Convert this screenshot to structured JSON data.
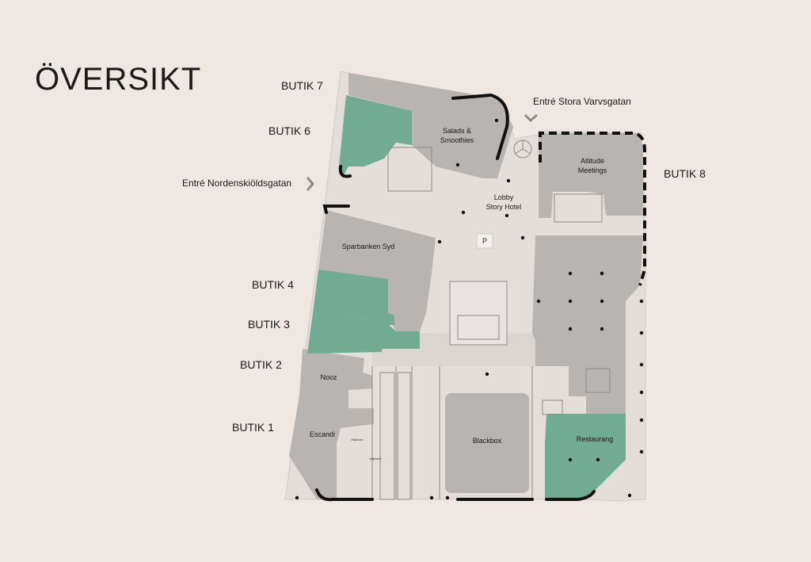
{
  "title": "ÖVERSIKT",
  "shops": {
    "butik1": "BUTIK 1",
    "butik2": "BUTIK 2",
    "butik3": "BUTIK 3",
    "butik4": "BUTIK 4",
    "butik6": "BUTIK 6",
    "butik7": "BUTIK 7",
    "butik8": "BUTIK 8"
  },
  "entrances": {
    "varvsgatan": "Entré Stora Varvsgatan",
    "nordenskiold": "Entré Nordenskiöldsgatan"
  },
  "rooms": {
    "salads_1": "Salads &",
    "salads_2": "Smoothies",
    "altitude_1": "Altitude",
    "altitude_2": "Meetings",
    "lobby_1": "Lobby",
    "lobby_2": "Story Hotel",
    "parking": "P",
    "sparbanken": "Sparbanken Syd",
    "nooz": "Nooz",
    "escandi": "Escandi",
    "blackbox": "Blackbox",
    "restaurang": "Restaurang",
    "miljorum_1": "Miljörum",
    "miljorum_2": "Miljörum"
  },
  "colors": {
    "background": "#efe7e2",
    "floor": "#e2dcd8",
    "tenant_occupied": "#b7b4b1",
    "tenant_available": "#72ab93",
    "wall": "#111111"
  }
}
